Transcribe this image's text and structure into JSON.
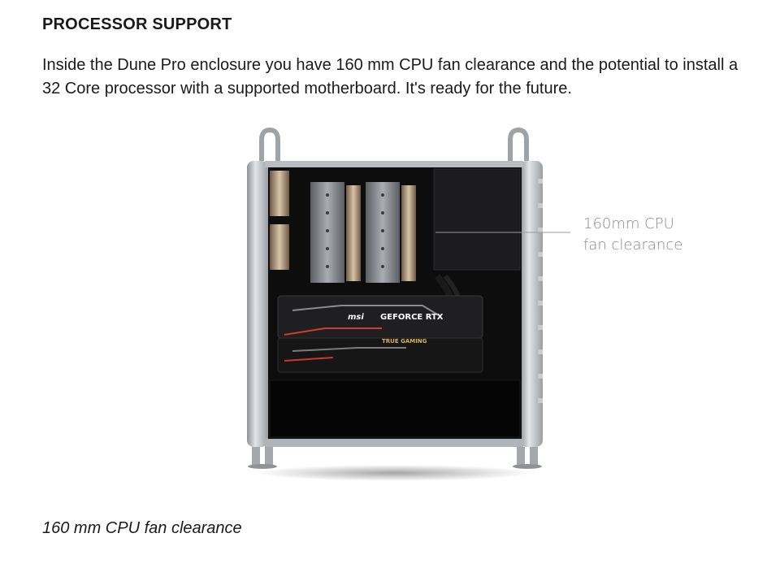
{
  "section": {
    "heading": "PROCESSOR SUPPORT",
    "body": "Inside the Dune Pro enclosure you have 160 mm CPU fan clearance and the potential to install a 32 Core processor with a supported motherboard. It's ready for the future."
  },
  "figure": {
    "callout_line1": "160mm CPU",
    "callout_line2": "fan clearance",
    "gpu_brand": "msi",
    "gpu_model": "GEFORCE RTX",
    "gpu_subtext": "TRUE GAMING",
    "caption": "160 mm CPU fan clearance"
  }
}
